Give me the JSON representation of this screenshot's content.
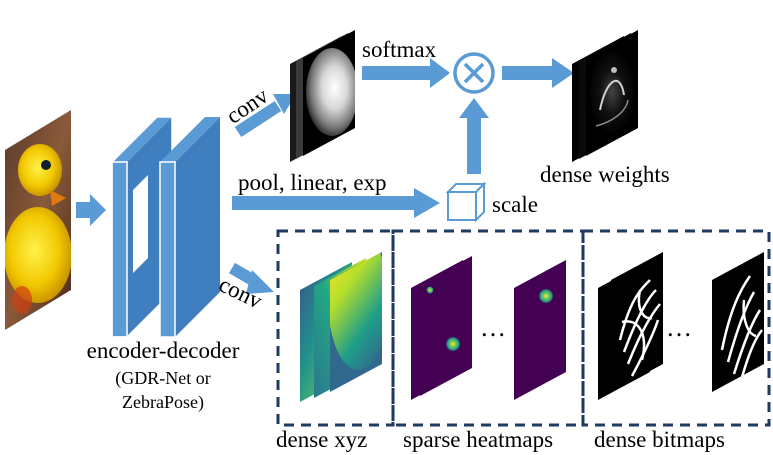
{
  "labels": {
    "conv_top": "conv",
    "softmax": "softmax",
    "pool_linear_exp": "pool, linear, exp",
    "scale": "scale",
    "dense_weights": "dense weights",
    "conv_bottom": "conv",
    "encoder_decoder": "encoder-decoder",
    "backbone_line1": "(GDR-Net or",
    "backbone_line2": "ZebraPose)",
    "dense_xyz": "dense xyz",
    "sparse_heatmaps": "sparse heatmaps",
    "dense_bitmaps": "dense bitmaps",
    "ellipsis_heatmaps": "…",
    "ellipsis_bitmaps": "…"
  },
  "icons": {
    "multiply": "multiply-icon",
    "scale_cube": "cube-icon"
  },
  "colors": {
    "arrow_blue": "#5b9bd5",
    "network_blue": "#5b9bd5",
    "dashed_border": "#1f3a5f",
    "heatmap_bg": "#440154",
    "heatmap_peak": "#fde725"
  }
}
